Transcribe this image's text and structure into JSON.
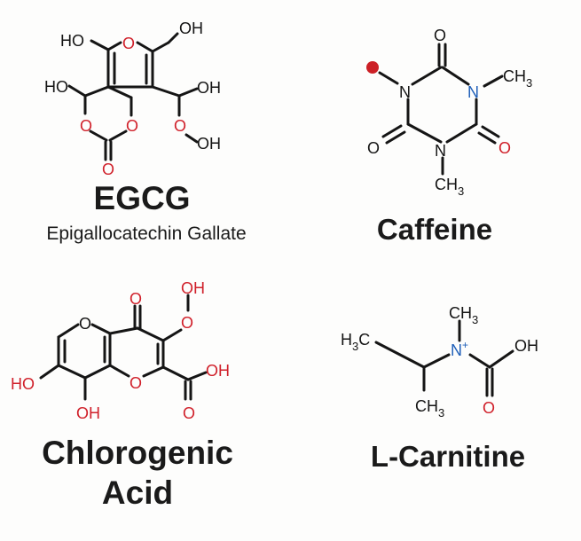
{
  "molecules": {
    "egcg": {
      "name": "EGCG",
      "subtitle": "Epigallocatechin Gallate",
      "atoms": {
        "ho1": "HO",
        "o_ring": "O",
        "oh_top": "OH",
        "ho2": "HO",
        "oh_right": "OH",
        "o_left": "O",
        "o_mid": "O",
        "o_right": "O",
        "oh_low": "OH",
        "o_bottom": "O"
      }
    },
    "caffeine": {
      "name": "Caffeine",
      "atoms": {
        "o_top": "O",
        "n_left": "N",
        "n_right": "N",
        "ch3_right": "CH",
        "ch3_right_sub": "3",
        "o_left": "O",
        "o_right": "O",
        "n_bottom": "N",
        "ch3_bottom": "CH",
        "ch3_bottom_sub": "3"
      }
    },
    "chlorogenic": {
      "name_line1": "Chlorogenic",
      "name_line2": "Acid",
      "atoms": {
        "o_top": "O",
        "oh_top": "OH",
        "o_hop": "O",
        "o_ring_left": "O",
        "ho_left": "HO",
        "o_ring_mid": "O",
        "oh_acid": "OH",
        "oh_bottom": "OH",
        "o_acid": "O"
      }
    },
    "carnitine": {
      "name": "L-Carnitine",
      "atoms": {
        "ch3_top": "CH",
        "ch3_top_sub": "3",
        "h3c": "H",
        "h3c_sub": "3",
        "h3c_c": "C",
        "n_plus": "N",
        "plus": "+",
        "oh": "OH",
        "ch3_low": "CH",
        "ch3_low_sub": "3",
        "o_low": "O"
      }
    }
  },
  "colors": {
    "oxygen": "#d0202a",
    "nitrogen": "#1f5fb8",
    "carbon_bonds": "#151515",
    "radical_dot": "#cc2026"
  }
}
